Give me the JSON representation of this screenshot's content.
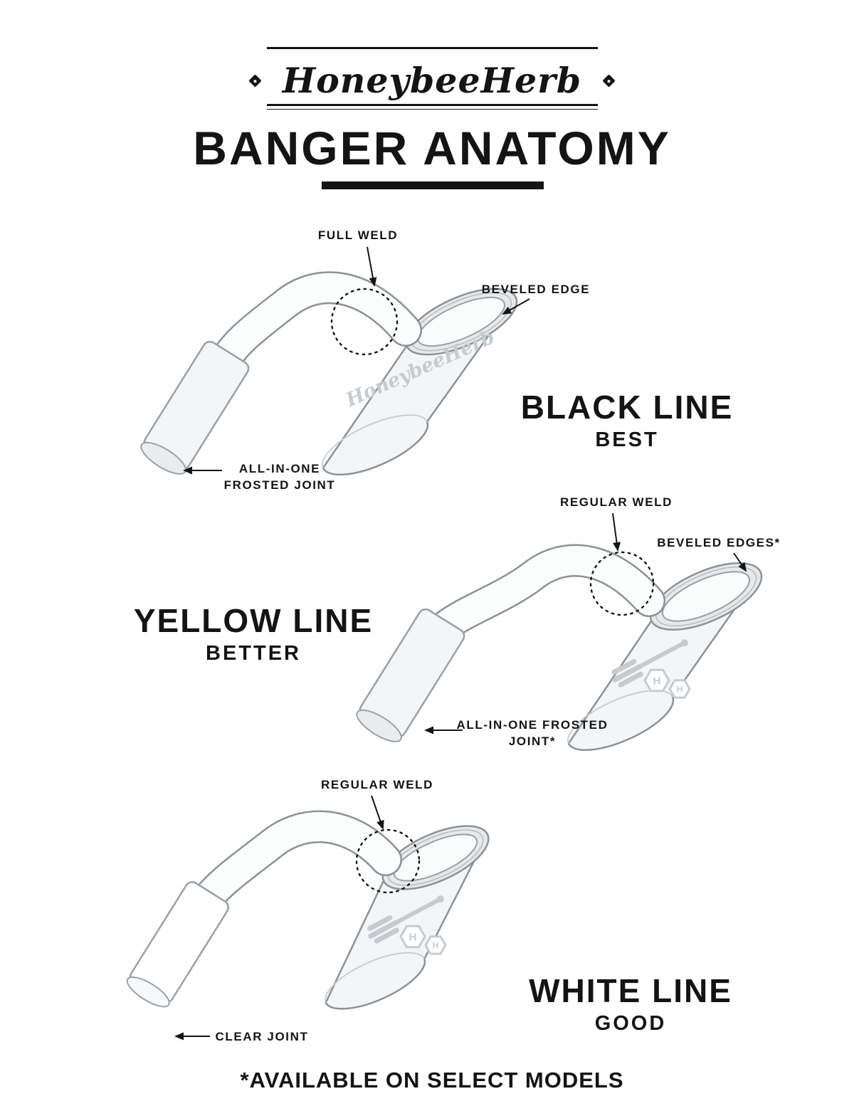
{
  "header": {
    "brand": "HoneybeeHerb",
    "title": "BANGER ANATOMY"
  },
  "logo": {
    "monogram": "H"
  },
  "bangers": [
    {
      "id": "black-line",
      "name": "BLACK LINE",
      "grade": "BEST",
      "etch_text": "HoneybeeHerb",
      "callouts": {
        "weld": "FULL WELD",
        "edge": "BEVELED EDGE",
        "joint": "ALL-IN-ONE FROSTED JOINT"
      }
    },
    {
      "id": "yellow-line",
      "name": "YELLOW LINE",
      "grade": "BETTER",
      "callouts": {
        "weld": "REGULAR WELD",
        "edge": "BEVELED EDGES*",
        "joint": "ALL-IN-ONE FROSTED JOINT*"
      }
    },
    {
      "id": "white-line",
      "name": "WHITE LINE",
      "grade": "GOOD",
      "callouts": {
        "weld": "REGULAR WELD",
        "joint": "CLEAR JOINT"
      }
    }
  ],
  "footer": {
    "note": "*AVAILABLE ON SELECT MODELS"
  },
  "colors": {
    "ink": "#141414",
    "glass_outline": "#8d9296",
    "etch": "#c6cbd0"
  }
}
